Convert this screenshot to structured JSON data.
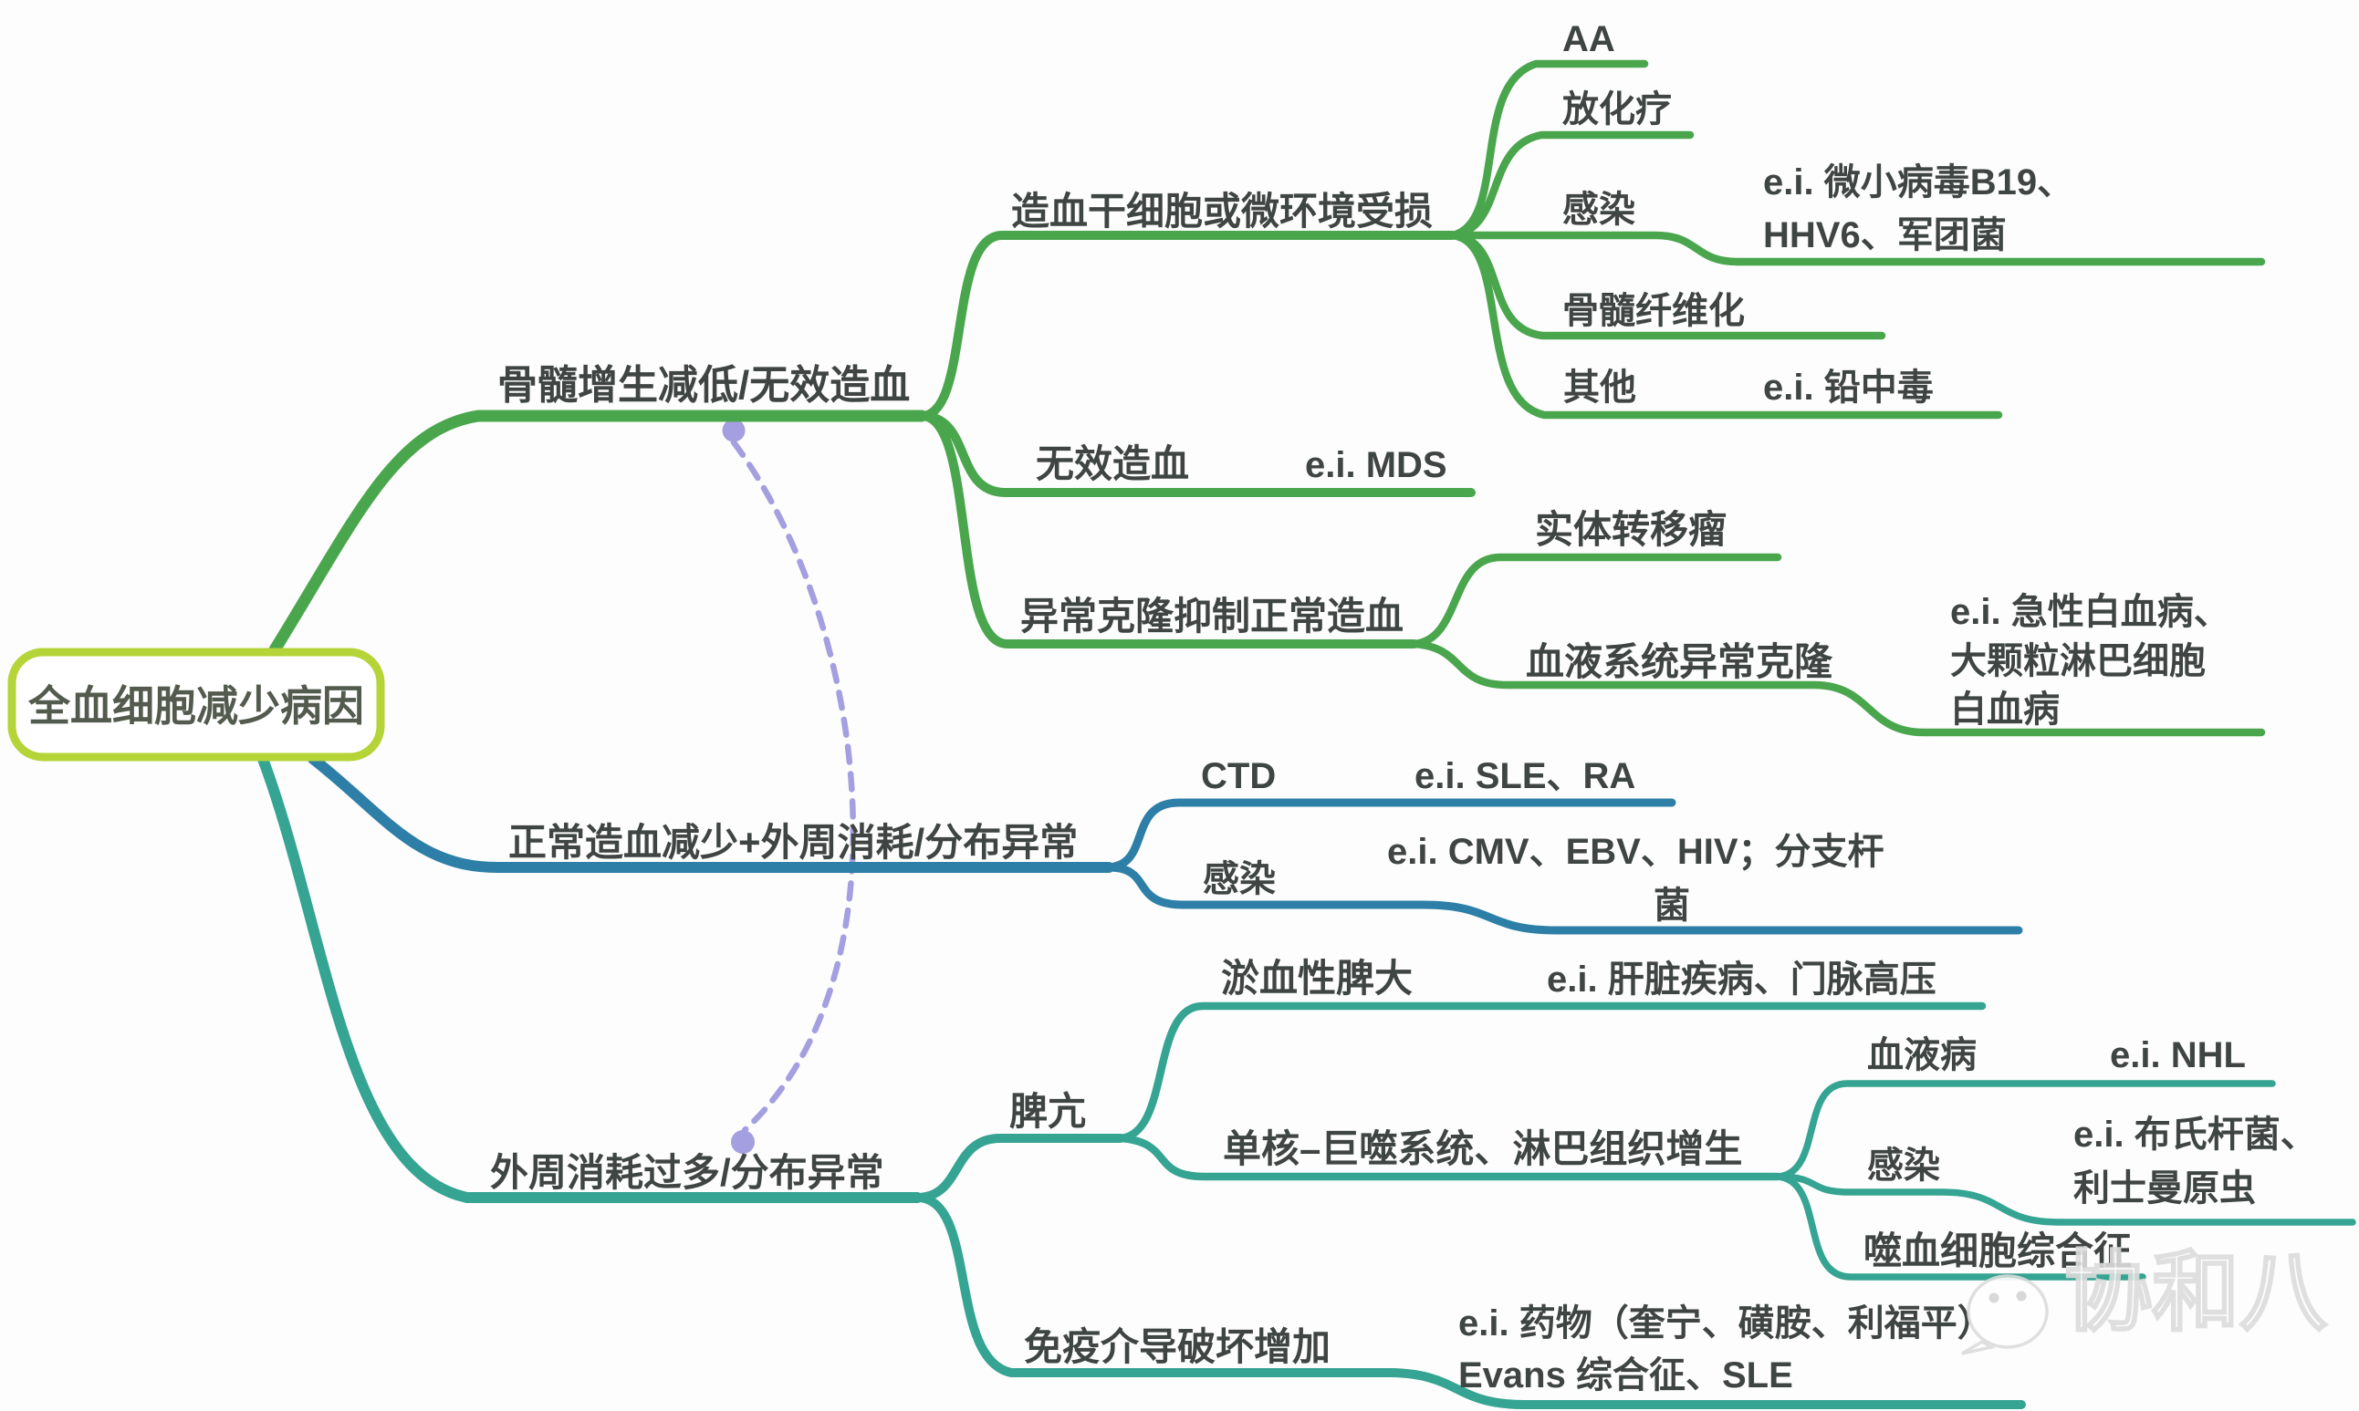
{
  "root": {
    "label": "全血细胞减少病因"
  },
  "branches": [
    {
      "label": "骨髓增生减低/无效造血",
      "children": [
        {
          "label": "造血干细胞或微环境受损",
          "children": [
            {
              "label": "AA"
            },
            {
              "label": "放化疗"
            },
            {
              "label": "感染",
              "note_lines": [
                "e.i. 微小病毒B19、",
                "HHV6、军团菌"
              ]
            },
            {
              "label": "骨髓纤维化"
            },
            {
              "label": "其他",
              "note_lines": [
                "e.i. 铅中毒"
              ]
            }
          ]
        },
        {
          "label": "无效造血",
          "note_lines": [
            "e.i. MDS"
          ]
        },
        {
          "label": "异常克隆抑制正常造血",
          "children": [
            {
              "label": "实体转移瘤"
            },
            {
              "label": "血液系统异常克隆",
              "note_lines": [
                "e.i. 急性白血病、",
                "大颗粒淋巴细胞",
                "白血病"
              ]
            }
          ]
        }
      ]
    },
    {
      "label": "正常造血减少+外周消耗/分布异常",
      "children": [
        {
          "label": "CTD",
          "note_lines": [
            "e.i. SLE、RA"
          ]
        },
        {
          "label": "感染",
          "note_lines": [
            "e.i. CMV、EBV、HIV；分支杆",
            "菌"
          ]
        }
      ]
    },
    {
      "label": "外周消耗过多/分布异常",
      "children": [
        {
          "label": "脾亢",
          "children": [
            {
              "label": "淤血性脾大",
              "note_lines": [
                "e.i. 肝脏疾病、门脉高压"
              ]
            },
            {
              "label": "单核–巨噬系统、淋巴组织增生",
              "children": [
                {
                  "label": "血液病",
                  "note_lines": [
                    "e.i. NHL"
                  ]
                },
                {
                  "label": "感染",
                  "note_lines": [
                    "e.i. 布氏杆菌、",
                    "利士曼原虫"
                  ]
                },
                {
                  "label": "噬血细胞综合征"
                }
              ]
            }
          ]
        },
        {
          "label": "免疫介导破坏增加",
          "note_lines": [
            "e.i. 药物（奎宁、磺胺、利福平）",
            "Evans 综合征、SLE"
          ]
        }
      ]
    }
  ],
  "watermark": {
    "text": "协和八",
    "icon": "wechat-logo"
  },
  "colors": {
    "branch_green": "#4aa64d",
    "branch_blue": "#2e7fa7",
    "branch_teal": "#35a492",
    "root_border": "#b5d438",
    "root_text": "#525b4e",
    "text": "#3f4543",
    "relation_purple": "#a39fe0",
    "watermark": "#dcdcdc"
  }
}
